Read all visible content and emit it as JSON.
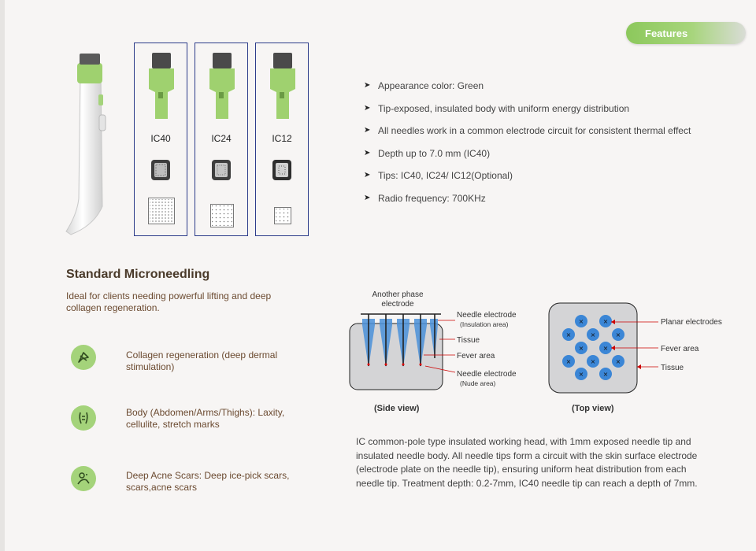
{
  "header": {
    "features_label": "Features"
  },
  "tips": [
    {
      "label": "IC40"
    },
    {
      "label": "IC24"
    },
    {
      "label": "IC12"
    }
  ],
  "features": [
    "Appearance color:  Green",
    "Tip-exposed, insulated body with uniform energy distribution",
    "All needles work in a common electrode circuit for consistent thermal effect",
    "Depth up to 7.0 mm (IC40)",
    "Tips: IC40, IC24/ IC12(Optional)",
    "Radio frequency: 700KHz"
  ],
  "section": {
    "title": "Standard Microneedling",
    "description": "Ideal for clients needing powerful lifting and deep collagen regeneration."
  },
  "benefits": [
    {
      "text": "Collagen regeneration (deep dermal stimulation)",
      "icon": "collagen-icon"
    },
    {
      "text": "Body (Abdomen/Arms/Thighs): Laxity, cellulite, stretch marks",
      "icon": "body-icon"
    },
    {
      "text": "Deep Acne Scars: Deep ice-pick scars, scars,acne scars",
      "icon": "acne-scar-icon"
    }
  ],
  "side_view": {
    "top_label_line1": "Another phase",
    "top_label_line2": "electrode",
    "needle_electrode": "Needle electrode",
    "insulation_area": "(Insulation area)",
    "tissue": "Tissue",
    "fever_area": "Fever area",
    "needle_electrode_2": "Needle electrode",
    "nude_area": "(Nude area)",
    "caption": "(Side view)"
  },
  "top_view": {
    "planar_electrodes": "Planar electrodes",
    "fever_area": "Fever area",
    "tissue": "Tissue",
    "caption": "(Top view)"
  },
  "paragraph": "IC common-pole type insulated working head, with 1mm exposed needle tip and insulated needle body. All needle tips form a circuit with the skin surface electrode (electrode plate on the needle tip), ensuring uniform heat distribution from each needle tip. Treatment depth: 0.2-7mm, IC40 needle tip can reach a depth of 7mm.",
  "colors": {
    "accent_green": "#a4d37a",
    "box_border": "#2d3c8a",
    "needle_blue": "#3b86d6"
  }
}
